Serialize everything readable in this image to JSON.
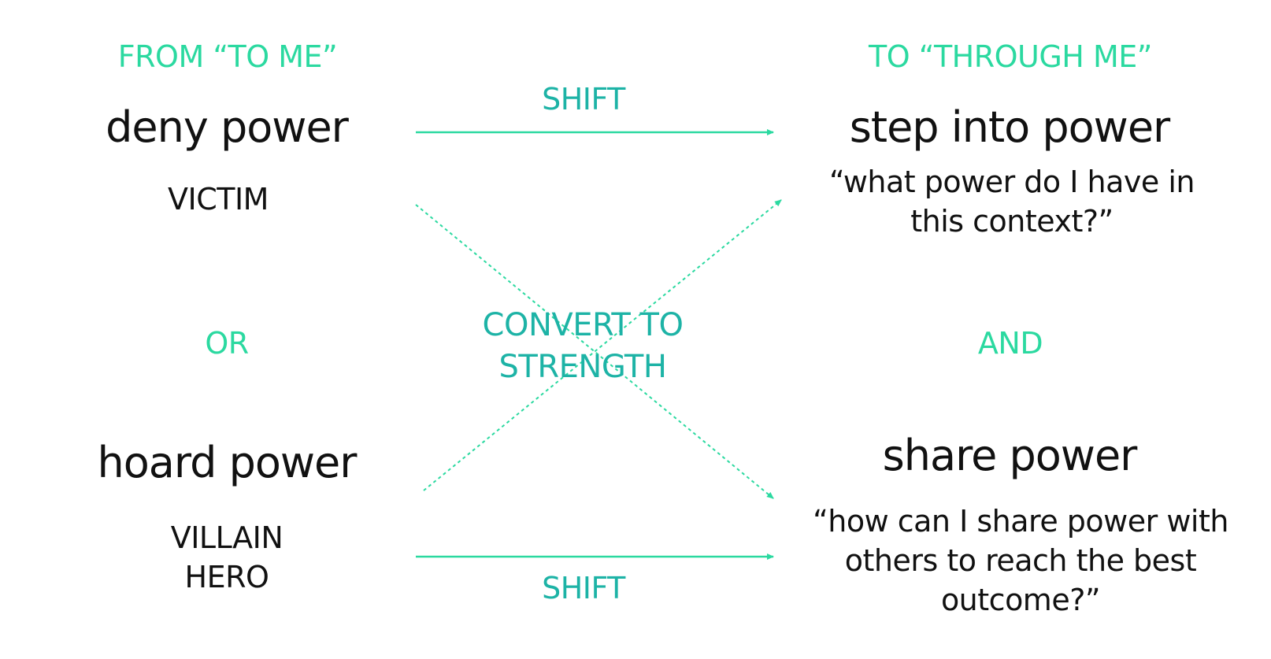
{
  "headers": {
    "left": "FROM “TO ME”",
    "right": "TO “THROUGH ME”"
  },
  "left": {
    "top_title": "deny power",
    "top_role": "VICTIM",
    "connector": "OR",
    "bottom_title": "hoard power",
    "bottom_roles": [
      "VILLAIN",
      "HERO"
    ]
  },
  "right": {
    "top_title": "step into power",
    "top_question": [
      "“what power do I have in",
      "this context?”"
    ],
    "connector": "AND",
    "bottom_title": "share power",
    "bottom_question": [
      "“how can I share power with",
      "others to reach the best",
      "outcome?”"
    ]
  },
  "middle": {
    "top_label": "SHIFT",
    "center_label": [
      "CONVERT TO",
      "STRENGTH"
    ],
    "bottom_label": "SHIFT"
  },
  "colors": {
    "accent_green": "#2bd9a0",
    "accent_teal": "#1db3a6",
    "text": "#111111"
  }
}
